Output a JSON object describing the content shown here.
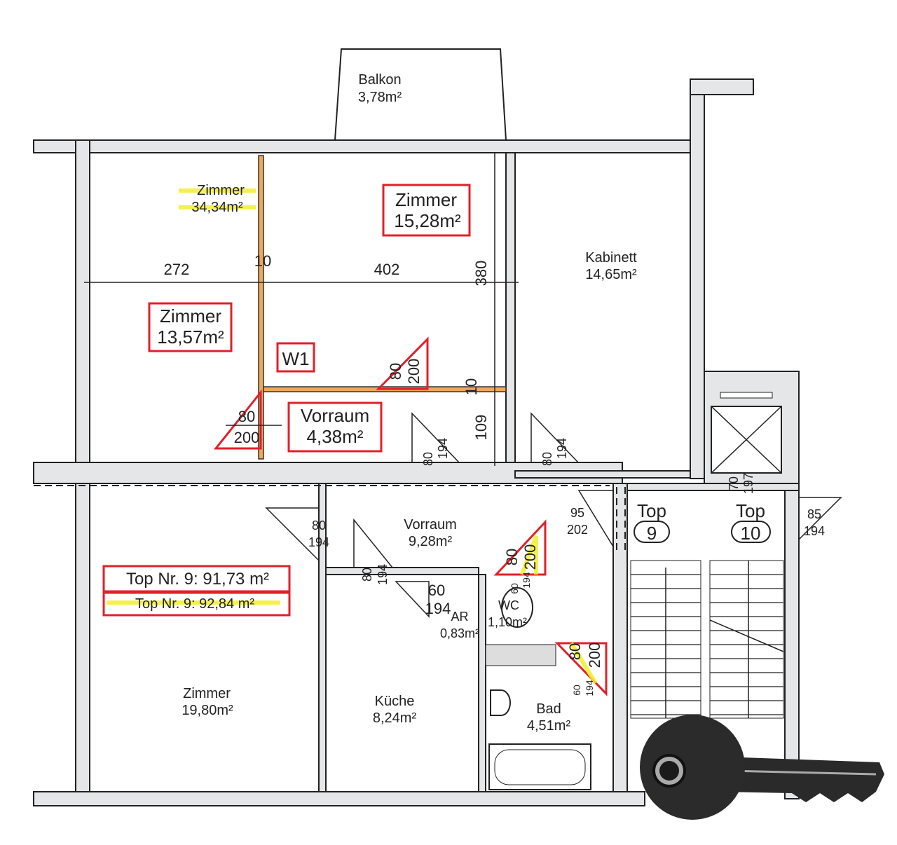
{
  "rooms": {
    "balkon": {
      "name": "Balkon",
      "area": "3,78m²"
    },
    "zimmer_combined": {
      "name": "Zimmer",
      "area": "34,34m²"
    },
    "zimmer_a": {
      "name": "Zimmer",
      "area": "15,28m²"
    },
    "zimmer_b": {
      "name": "Zimmer",
      "area": "13,57m²"
    },
    "kabinett": {
      "name": "Kabinett",
      "area": "14,65m²"
    },
    "vorraum_a": {
      "name": "Vorraum",
      "area": "4,38m²"
    },
    "vorraum_b": {
      "name": "Vorraum",
      "area": "9,28m²"
    },
    "zimmer_c": {
      "name": "Zimmer",
      "area": "19,80m²"
    },
    "kueche": {
      "name": "Küche",
      "area": "8,24m²"
    },
    "bad": {
      "name": "Bad",
      "area": "4,51m²"
    },
    "ar": {
      "name": "AR",
      "area": "0,83m²"
    },
    "wc": {
      "name": "WC",
      "area": "1,10m²"
    }
  },
  "labels": {
    "w1": "W1",
    "top_nr_new": "Top Nr. 9: 91,73 m²",
    "top_nr_old": "Top Nr. 9: 92,84 m²",
    "top9_label": "Top",
    "top9_num": "9",
    "top10_label": "Top",
    "top10_num": "10"
  },
  "dimensions": {
    "d272": "272",
    "d10a": "10",
    "d402": "402",
    "d380": "380",
    "d10b": "10",
    "d109": "109",
    "door1_w": "80",
    "door1_h": "200",
    "door2_w": "80",
    "door2_h": "200",
    "door3_w": "80",
    "door3_h": "194",
    "door4_w": "80",
    "door4_h": "194",
    "door5_w": "80",
    "door5_h": "194",
    "door6_w": "80",
    "door6_h": "194",
    "door7_w": "60",
    "door7_h": "194",
    "door8_w": "80",
    "door8_h": "200",
    "door8_old_w": "60",
    "door8_old_h": "194",
    "door9_w": "80",
    "door9_h": "200",
    "door9_old_w": "60",
    "door9_old_h": "194",
    "door10_w": "95",
    "door10_h": "202",
    "door11_w": "70",
    "door11_h": "197",
    "door12_w": "85",
    "door12_h": "194"
  },
  "colors": {
    "markup_red": "#e0202a",
    "highlight_yellow": "#f2ee2a",
    "new_wall_orange": "#f0a85a",
    "wall_gray": "#e4e6e8"
  }
}
